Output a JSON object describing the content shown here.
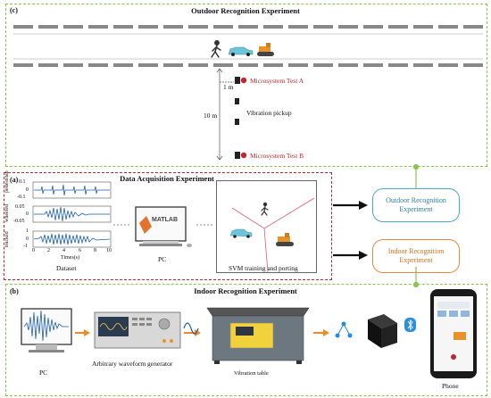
{
  "outdoor": {
    "panel": "(c)",
    "title": "Outdoor Recognition Experiment",
    "label_1m": "1 m",
    "label_10m": "10 m",
    "microsystem_a": "Microsystem Test A",
    "microsystem_b": "Microsystem Test B",
    "vibration_pickup": "Vibration pickup"
  },
  "daq": {
    "panel": "(a)",
    "title": "Data Acquisition Experiment",
    "dataset_label": "Dataset",
    "pc_label": "PC",
    "svm_label": "SVM training and porting",
    "matlab_label": "MATLAB",
    "plot_row_labels": [
      "pedestrian",
      "wheeled",
      "tracked"
    ],
    "plot_x_ticks": [
      "0",
      "2",
      "4",
      "6",
      "8",
      "10"
    ],
    "plot_xlabel": "Times(s)",
    "plot_y_ticks": {
      "pedestrian": [
        "0.1",
        "0",
        "-0.1"
      ],
      "wheeled": [
        "0.05",
        "0",
        "-0.05"
      ],
      "tracked": [
        "1",
        "0",
        "-1"
      ]
    }
  },
  "outputs": {
    "outdoor_box": "Outdoor Recognition Experiment",
    "indoor_box": "Indoor Recognition Experiment"
  },
  "indoor": {
    "panel": "(b)",
    "title": "Indoor Recognition Experiment",
    "pc_label": "PC",
    "generator_label": "Arbitrary waveform generator",
    "table_label": "Vibration table",
    "phone_label": "Phone"
  },
  "colors": {
    "outdoor_border": "#8ac44f",
    "daq_border": "#c0262d",
    "outdoor_box": "#4aa8c8",
    "indoor_box": "#e8883a",
    "accent_orange": "#f08a24",
    "signal_blue": "#1f5fb0"
  }
}
